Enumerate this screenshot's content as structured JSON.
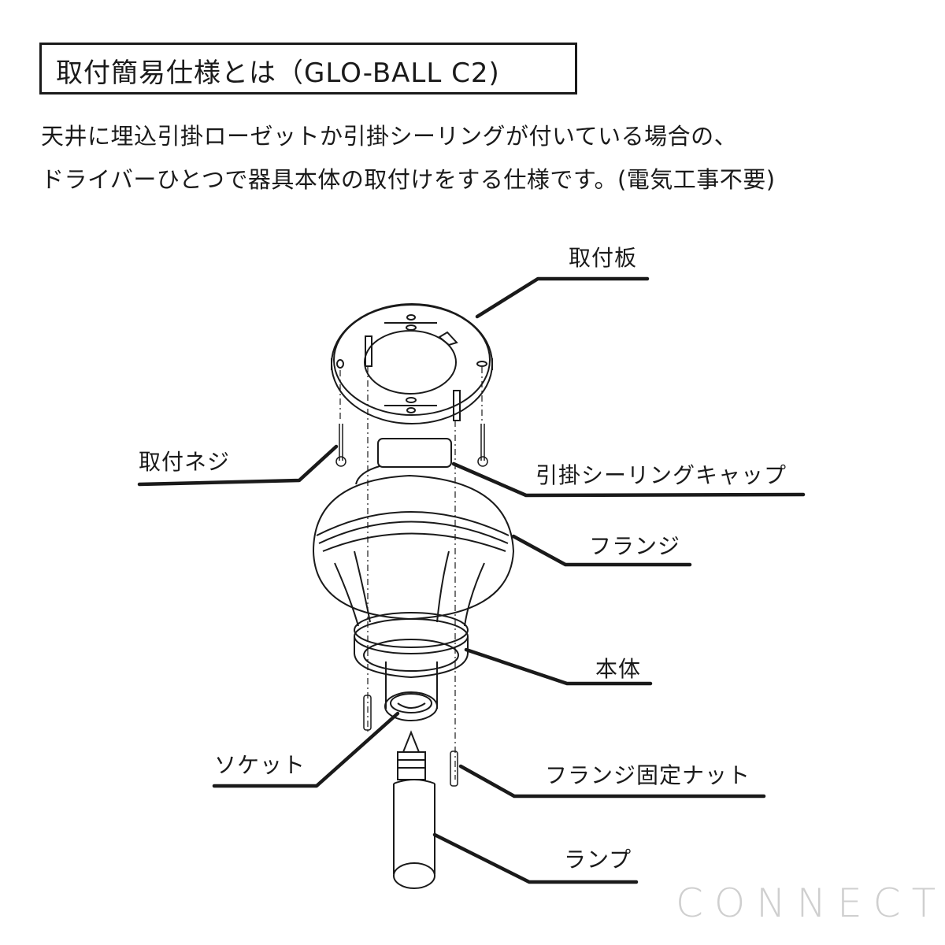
{
  "header": {
    "title": "取付簡易仕様とは（GLO-BALL C2)"
  },
  "description": {
    "line1": "天井に埋込引掛ローゼットか引掛シーリングが付いている場合の、",
    "line2": "ドライバーひとつで器具本体の取付けをする仕様です。(電気工事不要)"
  },
  "diagram": {
    "labels": {
      "mounting_plate": "取付板",
      "mounting_screw": "取付ネジ",
      "ceiling_cap": "引掛シーリングキャップ",
      "flange": "フランジ",
      "body": "本体",
      "socket": "ソケット",
      "flange_nut": "フランジ固定ナット",
      "lamp": "ランプ"
    },
    "line_color": "#1a1a1a"
  },
  "watermark": {
    "text": "CONNECT",
    "color": "#cfcfcf"
  }
}
